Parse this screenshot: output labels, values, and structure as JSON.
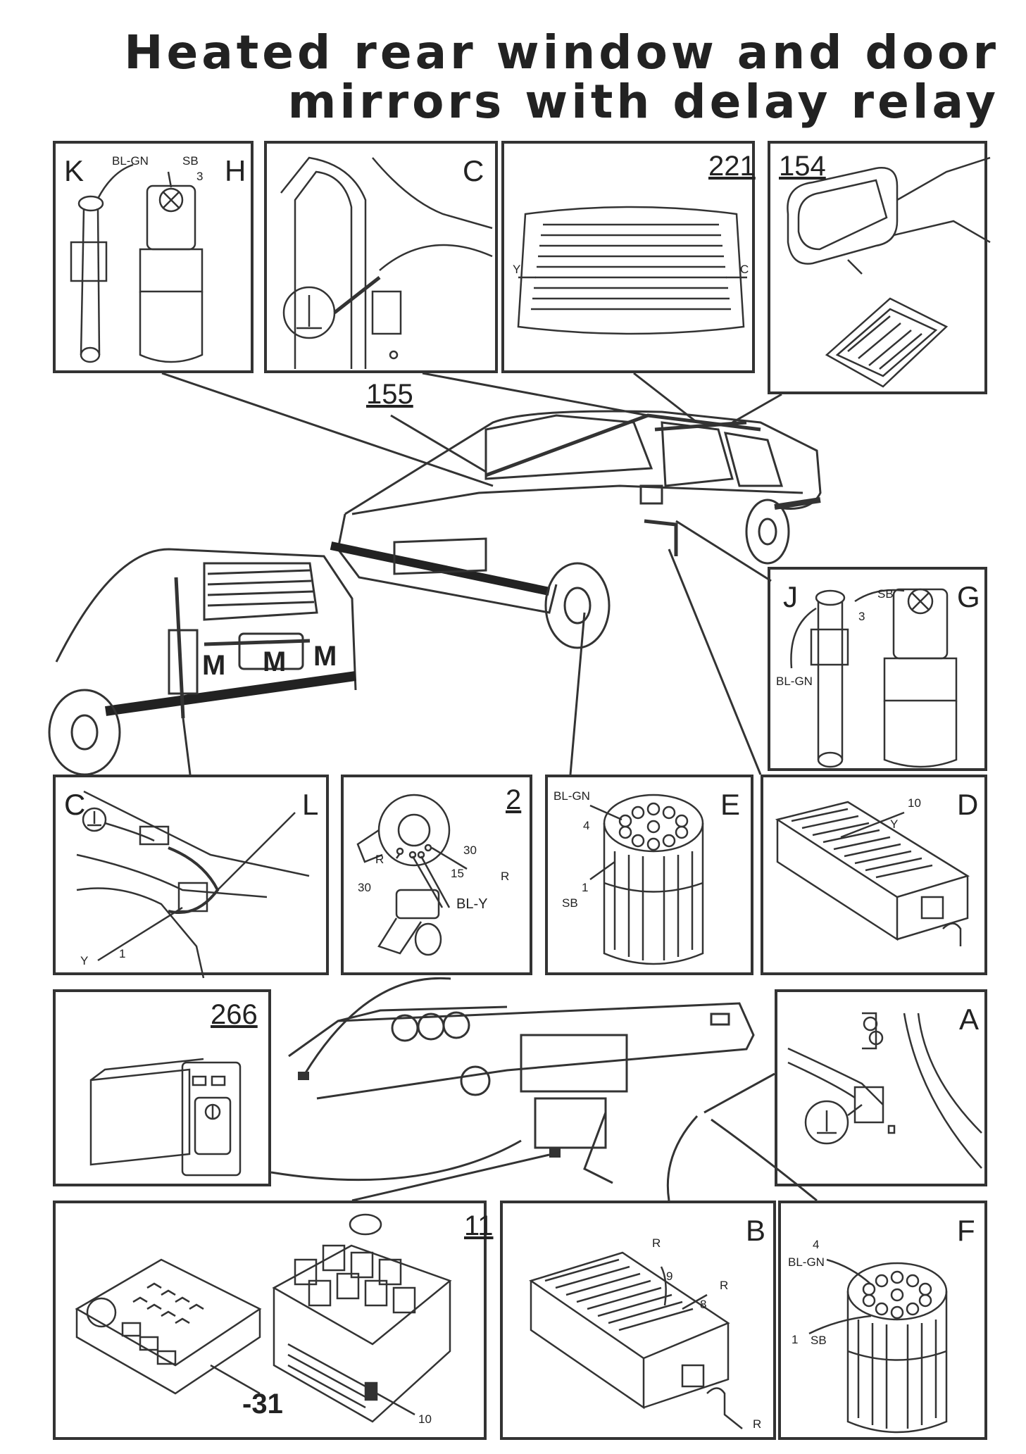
{
  "title": {
    "line1": "Heated rear window and door",
    "line2": "mirrors with delay relay"
  },
  "panels": {
    "kh": {
      "K": "K",
      "H": "H",
      "bl_gn": "BL-GN",
      "sb": "SB",
      "three": "3"
    },
    "c_top": {
      "C": "C"
    },
    "p221": {
      "num": "221",
      "Y": "Y",
      "C": "C"
    },
    "p154": {
      "num": "154"
    },
    "p155": {
      "num": "155"
    },
    "jg": {
      "J": "J",
      "G": "G",
      "sb": "SB",
      "three": "3",
      "bl_gn": "BL-GN"
    },
    "cl": {
      "C": "C",
      "L": "L",
      "Y": "Y",
      "one": "1"
    },
    "p2": {
      "num": "2",
      "R1": "R",
      "n30a": "30",
      "n30b": "30",
      "R2": "R",
      "n15": "15",
      "bl_y": "BL-Y"
    },
    "e": {
      "E": "E",
      "bl_gn": "BL-GN",
      "four": "4",
      "one": "1",
      "sb": "SB"
    },
    "d": {
      "D": "D",
      "ten": "10",
      "Y": "Y"
    },
    "p266": {
      "num": "266"
    },
    "a": {
      "A": "A"
    },
    "p11": {
      "num": "11",
      "m31": "-31",
      "ten": "10"
    },
    "b": {
      "B": "B",
      "R1": "R",
      "nine": "9",
      "R2": "R",
      "eight": "8",
      "R3": "R"
    },
    "f": {
      "F": "F",
      "four": "4",
      "bl_gn": "BL-GN",
      "one": "1",
      "sb": "SB"
    }
  },
  "car": {
    "m1": "M",
    "m2": "M",
    "m3": "M"
  }
}
